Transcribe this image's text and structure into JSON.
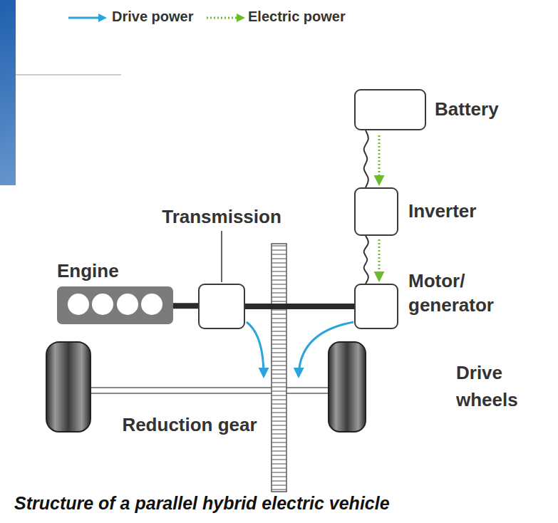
{
  "diagram": {
    "caption": "Structure of a parallel hybrid electric vehicle",
    "nodes": [
      {
        "text": [
          "Battery"
        ]
      },
      {
        "text": [
          "Inverter"
        ]
      },
      {
        "text": [
          "Transmission"
        ]
      },
      {
        "text": [
          "Engine"
        ]
      },
      {
        "text": [
          "Motor/ generator"
        ]
      }
    ],
    "edges": [
      {
        "from": 0,
        "to": 1,
        "arrow": "none"
      },
      {
        "from": 1,
        "to": 4,
        "arrow": "none"
      },
      {
        "from": 3,
        "to": 2,
        "arrow": "none"
      },
      {
        "from": 2,
        "to": 4,
        "arrow": "none"
      }
    ],
    "labels": [
      "Reduction gear",
      "Drive wheels"
    ],
    "legend": [
      {
        "text": "Drive power"
      },
      {
        "text": "Electric power"
      }
    ]
  }
}
